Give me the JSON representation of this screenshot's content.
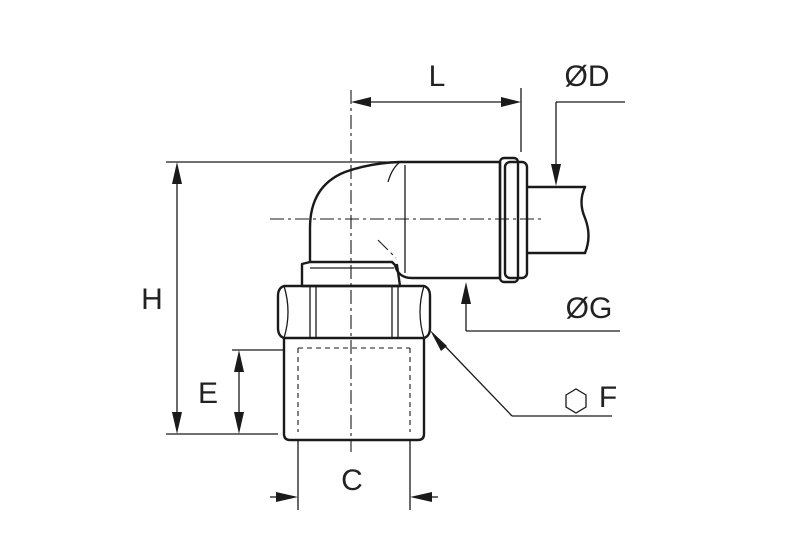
{
  "diagram": {
    "labels": {
      "L": "L",
      "D": "ØD",
      "H": "H",
      "G": "ØG",
      "E": "E",
      "F": "F",
      "C": "C"
    },
    "icons": {
      "hexagon": "hexagon-icon"
    },
    "colors": {
      "line": "#1a1a1a",
      "background": "#ffffff"
    }
  }
}
